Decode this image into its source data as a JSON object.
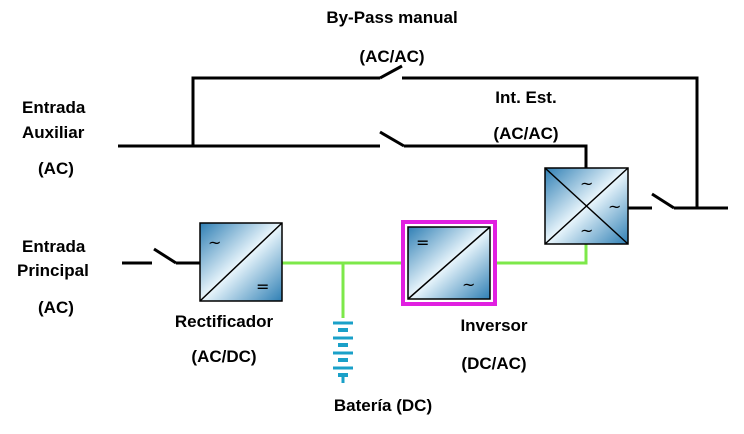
{
  "labels": {
    "bypass_title": "By-Pass manual",
    "bypass_type": "(AC/AC)",
    "aux_line1": "Entrada",
    "aux_line2": "Auxiliar",
    "aux_type": "(AC)",
    "static_title": "Int. Est.",
    "static_type": "(AC/AC)",
    "main_line1": "Entrada",
    "main_line2": "Principal",
    "main_type": "(AC)",
    "rect_title": "Rectificador",
    "rect_type": "(AC/DC)",
    "inv_title": "Inversor",
    "inv_type": "(DC/AC)",
    "battery": "Batería (DC)"
  },
  "symbols": {
    "ac": "~",
    "dc": "="
  },
  "colors": {
    "ac_wire": "#000000",
    "dc_bus": "#7de84a",
    "battery": "#1aa0c8",
    "inverter_border": "#e020e0",
    "block_dark": "#3a86b8",
    "block_light": "#e6f4fb"
  }
}
